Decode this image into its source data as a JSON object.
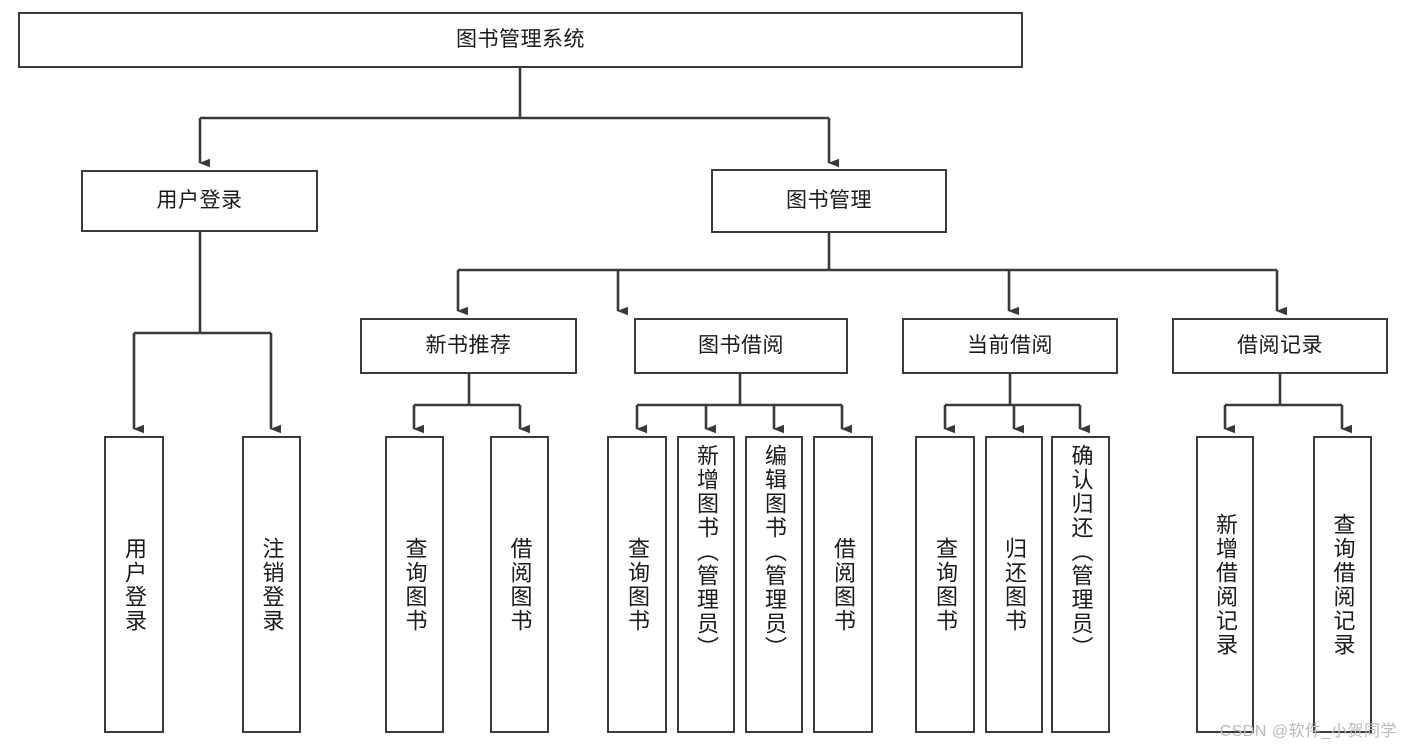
{
  "diagram": {
    "title": "图书管理系统",
    "type": "tree",
    "watermark": "CSDN @软件_小贺同学",
    "root": {
      "id": "root",
      "label": "图书管理系统",
      "orientation": "horizontal"
    },
    "level1": [
      {
        "id": "user-login",
        "label": "用户登录",
        "orientation": "horizontal"
      },
      {
        "id": "book-manage",
        "label": "图书管理",
        "orientation": "horizontal"
      }
    ],
    "level2": [
      {
        "id": "new-book-recommend",
        "label": "新书推荐",
        "orientation": "horizontal"
      },
      {
        "id": "book-borrow",
        "label": "图书借阅",
        "orientation": "horizontal"
      },
      {
        "id": "current-borrow",
        "label": "当前借阅",
        "orientation": "horizontal"
      },
      {
        "id": "borrow-record",
        "label": "借阅记录",
        "orientation": "horizontal"
      }
    ],
    "leaves": {
      "user_login": [
        {
          "id": "leaf-user-login",
          "label": "用户登录",
          "orientation": "vertical"
        },
        {
          "id": "leaf-logout",
          "label": "注销登录",
          "orientation": "vertical"
        }
      ],
      "new_book_recommend": [
        {
          "id": "leaf-query-book-1",
          "label": "查询图书",
          "orientation": "vertical"
        },
        {
          "id": "leaf-borrow-book-1",
          "label": "借阅图书",
          "orientation": "vertical"
        }
      ],
      "book_borrow": [
        {
          "id": "leaf-query-book-2",
          "label": "查询图书",
          "orientation": "vertical"
        },
        {
          "id": "leaf-add-book",
          "label": "新增图书（管理员）",
          "orientation": "vertical"
        },
        {
          "id": "leaf-edit-book",
          "label": "编辑图书（管理员）",
          "orientation": "vertical"
        },
        {
          "id": "leaf-borrow-book-2",
          "label": "借阅图书",
          "orientation": "vertical"
        }
      ],
      "current_borrow": [
        {
          "id": "leaf-query-book-3",
          "label": "查询图书",
          "orientation": "vertical"
        },
        {
          "id": "leaf-return-book",
          "label": "归还图书",
          "orientation": "vertical"
        },
        {
          "id": "leaf-confirm-return",
          "label": "确认归还（管理员）",
          "orientation": "vertical"
        }
      ],
      "borrow_record": [
        {
          "id": "leaf-add-record",
          "label": "新增借阅记录",
          "orientation": "vertical"
        },
        {
          "id": "leaf-query-record",
          "label": "查询借阅记录",
          "orientation": "vertical"
        }
      ]
    },
    "colors": {
      "node_border": "#3a3a3a",
      "node_fill": "#ffffff",
      "edge": "#3a3a3a",
      "text": "#1a1a1a",
      "watermark": "#b9b9b9",
      "background": "#ffffff"
    }
  }
}
